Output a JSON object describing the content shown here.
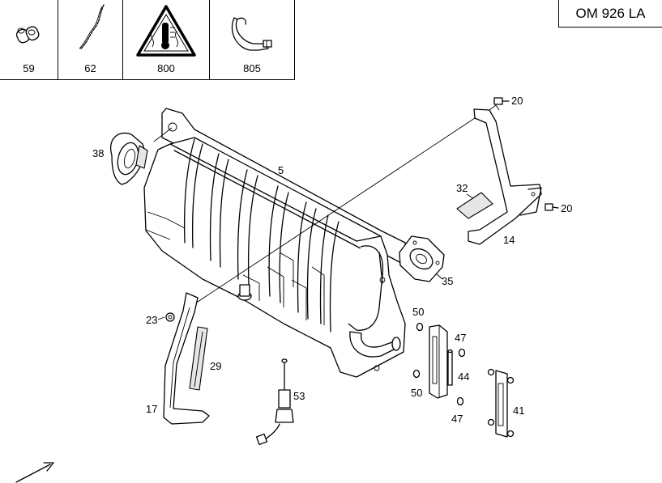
{
  "legend": [
    {
      "number": "59",
      "icon": "double-hose-clip-icon"
    },
    {
      "number": "62",
      "icon": "wire-strap-icon"
    },
    {
      "number": "800",
      "icon": "hot-coolant-warning-icon"
    },
    {
      "number": "805",
      "icon": "hose-clamp-icon"
    }
  ],
  "model": "OM 926 LA",
  "callouts": {
    "p5": "5",
    "p14": "14",
    "p17": "17",
    "p20a": "20",
    "p20b": "20",
    "p23": "23",
    "p29": "29",
    "p32": "32",
    "p35": "35",
    "p38": "38",
    "p41": "41",
    "p44": "44",
    "p47a": "47",
    "p47b": "47",
    "p50a": "50",
    "p50b": "50",
    "p53": "53"
  }
}
